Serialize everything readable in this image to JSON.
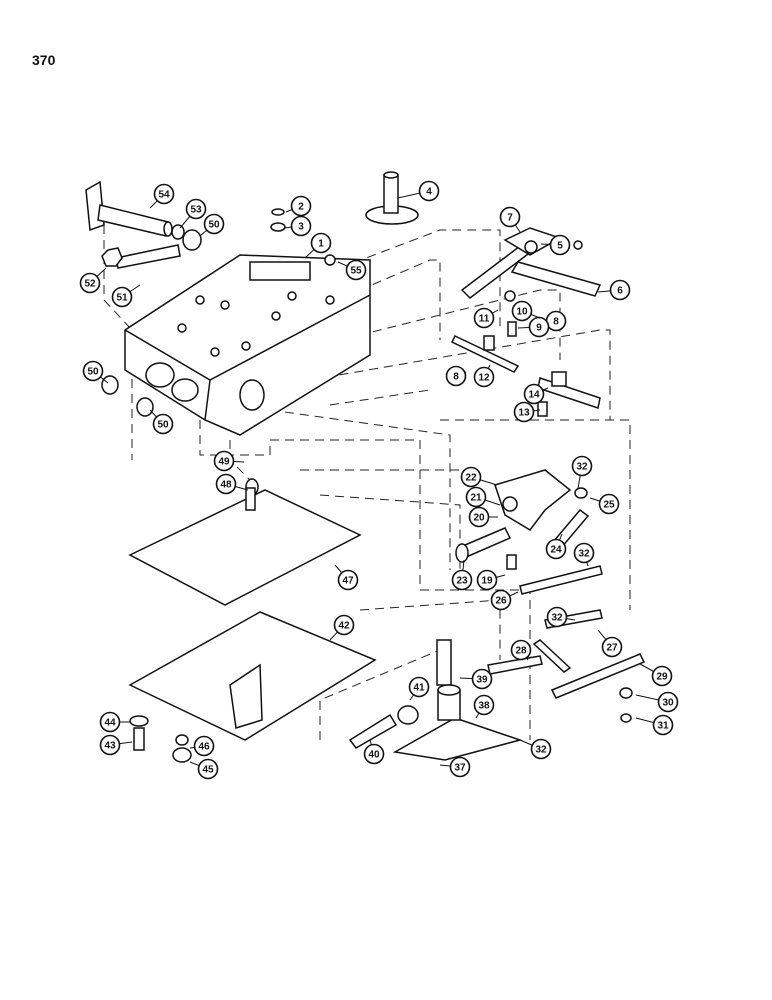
{
  "page": {
    "number": "370"
  },
  "callouts": [
    {
      "id": "1",
      "label": "1"
    },
    {
      "id": "2",
      "label": "2"
    },
    {
      "id": "3",
      "label": "3"
    },
    {
      "id": "4",
      "label": "4"
    },
    {
      "id": "5",
      "label": "5"
    },
    {
      "id": "6",
      "label": "6"
    },
    {
      "id": "7",
      "label": "7"
    },
    {
      "id": "8a",
      "label": "8"
    },
    {
      "id": "8b",
      "label": "8"
    },
    {
      "id": "9",
      "label": "9"
    },
    {
      "id": "10",
      "label": "10"
    },
    {
      "id": "11",
      "label": "11"
    },
    {
      "id": "12",
      "label": "12"
    },
    {
      "id": "13",
      "label": "13"
    },
    {
      "id": "14",
      "label": "14"
    },
    {
      "id": "19",
      "label": "19"
    },
    {
      "id": "20",
      "label": "20"
    },
    {
      "id": "21",
      "label": "21"
    },
    {
      "id": "22",
      "label": "22"
    },
    {
      "id": "23",
      "label": "23"
    },
    {
      "id": "24",
      "label": "24"
    },
    {
      "id": "25",
      "label": "25"
    },
    {
      "id": "26",
      "label": "26"
    },
    {
      "id": "27",
      "label": "27"
    },
    {
      "id": "28",
      "label": "28"
    },
    {
      "id": "29",
      "label": "29"
    },
    {
      "id": "30",
      "label": "30"
    },
    {
      "id": "31",
      "label": "31"
    },
    {
      "id": "32a",
      "label": "32"
    },
    {
      "id": "32b",
      "label": "32"
    },
    {
      "id": "32c",
      "label": "32"
    },
    {
      "id": "32d",
      "label": "32"
    },
    {
      "id": "37",
      "label": "37"
    },
    {
      "id": "38",
      "label": "38"
    },
    {
      "id": "39",
      "label": "39"
    },
    {
      "id": "40",
      "label": "40"
    },
    {
      "id": "41",
      "label": "41"
    },
    {
      "id": "42",
      "label": "42"
    },
    {
      "id": "43",
      "label": "43"
    },
    {
      "id": "44",
      "label": "44"
    },
    {
      "id": "45",
      "label": "45"
    },
    {
      "id": "46",
      "label": "46"
    },
    {
      "id": "47",
      "label": "47"
    },
    {
      "id": "48",
      "label": "48"
    },
    {
      "id": "49",
      "label": "49"
    },
    {
      "id": "50a",
      "label": "50"
    },
    {
      "id": "50b",
      "label": "50"
    },
    {
      "id": "50c",
      "label": "50"
    },
    {
      "id": "51",
      "label": "51"
    },
    {
      "id": "52",
      "label": "52"
    },
    {
      "id": "53",
      "label": "53"
    },
    {
      "id": "54",
      "label": "54"
    },
    {
      "id": "55",
      "label": "55"
    }
  ]
}
